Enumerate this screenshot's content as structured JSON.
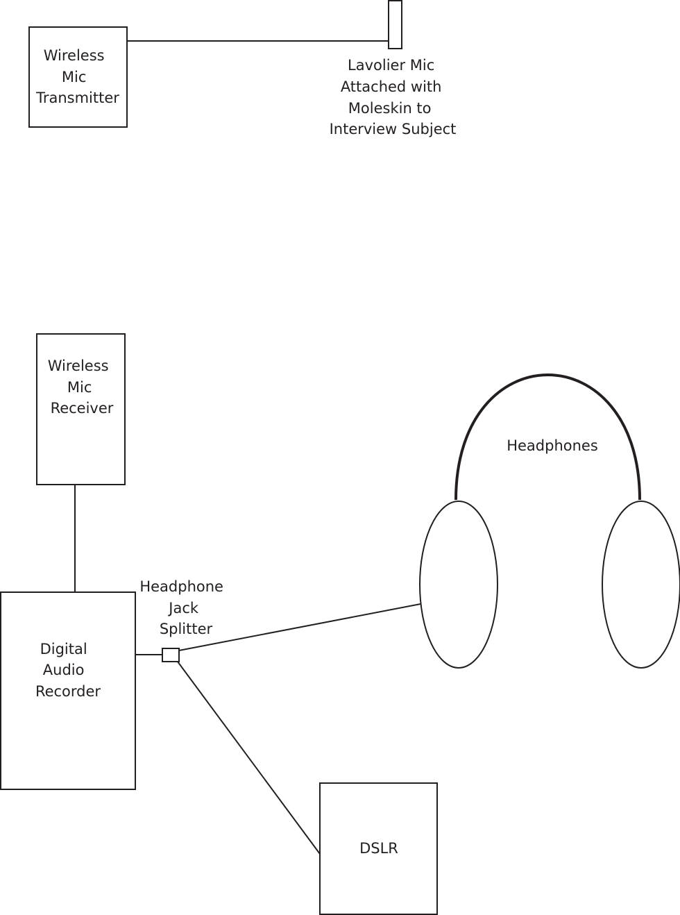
{
  "colors": {
    "line": "#231f20",
    "background": "#ffffff"
  },
  "labels": {
    "transmitter": [
      "Wireless",
      "Mic",
      "Transmitter"
    ],
    "lav_mic": [
      "Lavolier Mic",
      "Attached with",
      "Moleskin to",
      "Interview Subject"
    ],
    "receiver": [
      "Wireless",
      "Mic",
      "Receiver"
    ],
    "headphones": "Headphones",
    "splitter": [
      "Headphone",
      "Jack",
      "Splitter"
    ],
    "recorder": [
      "Digital",
      "Audio",
      "Recorder"
    ],
    "dslr": "DSLR"
  }
}
